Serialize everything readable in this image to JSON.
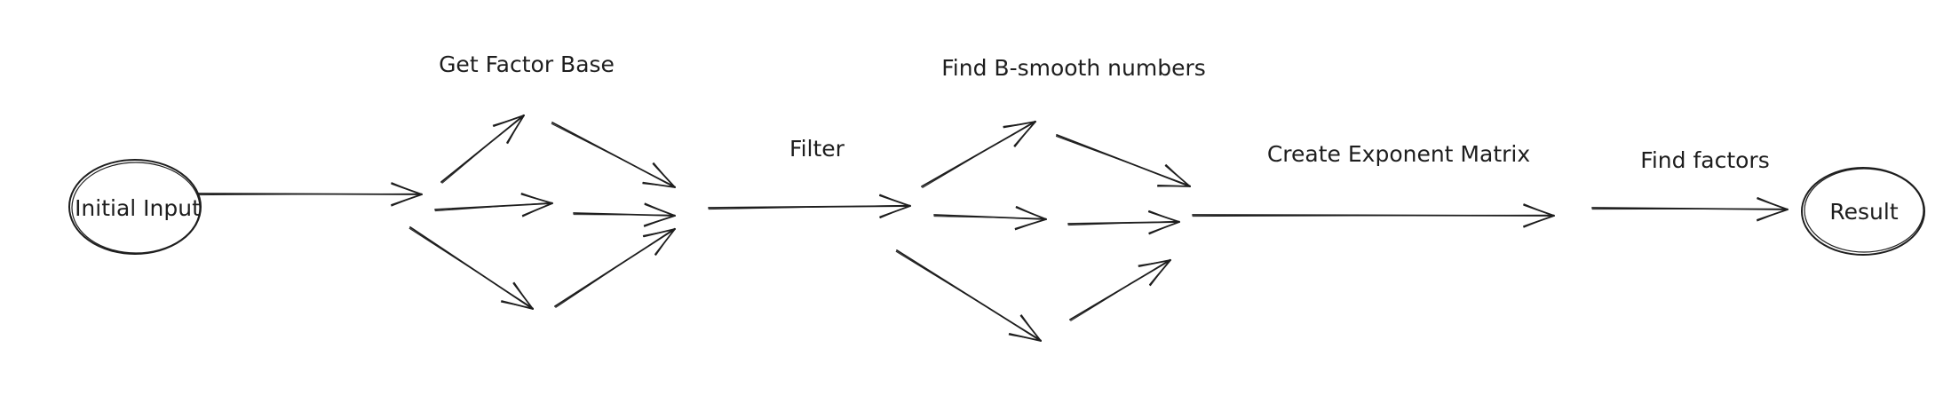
{
  "diagram": {
    "nodes": {
      "start": "Initial Input",
      "end": "Result"
    },
    "stages": {
      "factor_base": "Get Factor Base",
      "filter": "Filter",
      "b_smooth": "Find B-smooth numbers",
      "exponent_matrix": "Create Exponent Matrix",
      "find_factors": "Find factors"
    },
    "colors": {
      "stroke": "#1e1e1e",
      "background": "#ffffff"
    }
  }
}
